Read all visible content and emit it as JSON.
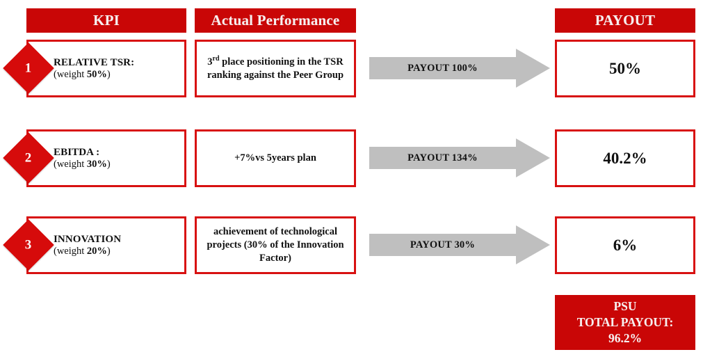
{
  "headers": {
    "kpi": "KPI",
    "actual_performance": "Actual Performance",
    "payout": "PAYOUT"
  },
  "colors": {
    "header_red": "#C90606",
    "border_red": "#D81111",
    "diamond_red": "#D60B0B",
    "arrow_gray": "#BFBFBF",
    "text_black": "#111111",
    "header_text": "#F7EFEF"
  },
  "rows": [
    {
      "badge": "1",
      "kpi_title": "RELATIVE TSR:",
      "kpi_weight_prefix": "(weight ",
      "kpi_weight_value": "50%",
      "kpi_weight_suffix": ")",
      "performance_line1_pre": "3",
      "performance_line1_sup": "rd",
      "performance_line1_post": " place positioning in the TSR ranking against the Peer Group",
      "arrow_label": "PAYOUT 100%",
      "payout_value": "50%"
    },
    {
      "badge": "2",
      "kpi_title": "EBITDA :",
      "kpi_weight_prefix": "(weight ",
      "kpi_weight_value": "30%",
      "kpi_weight_suffix": ")",
      "performance_text": "+7%vs 5years plan",
      "arrow_label": "PAYOUT 134%",
      "payout_value": "40.2%"
    },
    {
      "badge": "3",
      "kpi_title": "INNOVATION",
      "kpi_weight_prefix": "(weight ",
      "kpi_weight_value": "20%",
      "kpi_weight_suffix": ")",
      "performance_text": "achievement of technological projects (30% of the Innovation Factor)",
      "arrow_label": "PAYOUT 30%",
      "payout_value": "6%"
    }
  ],
  "total": {
    "line1": "PSU",
    "line2": "TOTAL PAYOUT:",
    "line3": "96.2%"
  }
}
